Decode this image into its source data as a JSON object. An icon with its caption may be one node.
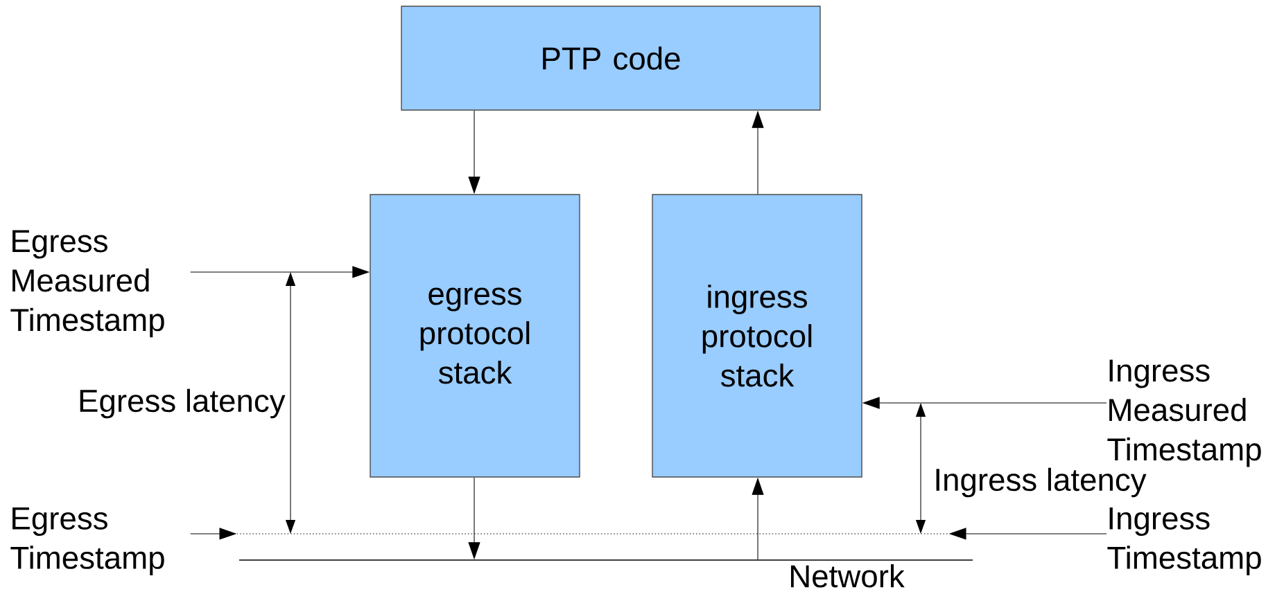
{
  "diagram": {
    "nodes": [
      {
        "text": [
          "PTP code"
        ]
      },
      {
        "text": [
          "egress protocol stack"
        ]
      },
      {
        "text": [
          "ingress protocol stack"
        ]
      },
      {
        "text": [
          "Egress Measured Timestamp"
        ]
      },
      {
        "text": [
          "Egress Timestamp"
        ]
      },
      {
        "text": [
          "Ingress Measured Timestamp"
        ]
      },
      {
        "text": [
          "Ingress Timestamp"
        ]
      },
      {
        "text": [
          "Network"
        ]
      },
      {
        "text": [],
        "shape": "line"
      }
    ],
    "edges": [
      {
        "from": 0,
        "to": 1,
        "arrow": "to"
      },
      {
        "from": 2,
        "to": 0,
        "arrow": "to"
      },
      {
        "from": 1,
        "to": 7,
        "arrow": "to"
      },
      {
        "from": 7,
        "to": 2,
        "arrow": "to"
      },
      {
        "from": 3,
        "to": 1,
        "arrow": "to"
      },
      {
        "from": 5,
        "to": 2,
        "arrow": "to"
      },
      {
        "from": 4,
        "to": 8,
        "arrow": "to"
      },
      {
        "from": 6,
        "to": 8,
        "arrow": "to"
      }
    ],
    "labels": [
      "Egress latency",
      "Ingress latency"
    ]
  }
}
